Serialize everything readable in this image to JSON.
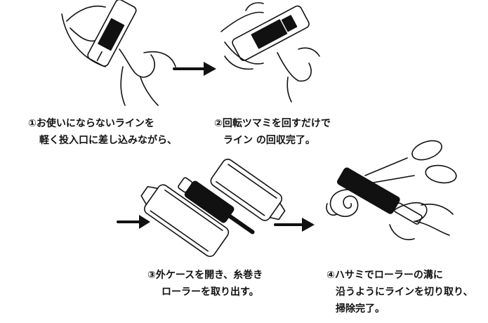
{
  "steps": [
    {
      "line1": "①お使いにならないラインを",
      "line2": "軽く投入口に差し込みながら、"
    },
    {
      "line1": "②回転ツマミを回すだけで",
      "line2": "ライン の回収完了。"
    },
    {
      "line1": "③外ケースを開き、糸巻き",
      "line2": "ローラーを取り出す。"
    },
    {
      "line1": "④ハサミでローラーの溝に",
      "line2": "沿うようにラインを切り取り、",
      "line3": "掃除完了。"
    }
  ],
  "icons": [
    "arrow-right-icon",
    "arrow-right-icon",
    "arrow-right-icon"
  ]
}
